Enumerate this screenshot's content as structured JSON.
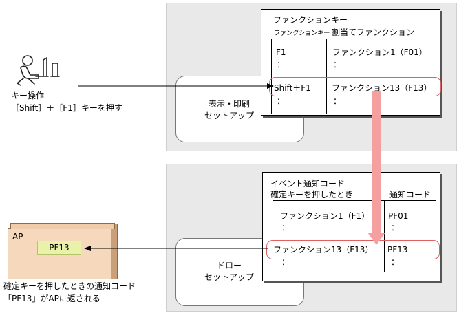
{
  "user": {
    "caption_line1": "キー操作",
    "caption_line2": "［Shift］＋［F1］キーを押す"
  },
  "top_panel": {
    "tab_label_line1": "表示・印刷",
    "tab_label_line2": "セットアップ",
    "card": {
      "title": "ファンクションキー",
      "col1_header": "ファンクションキー",
      "col2_header": "割当てファンクション",
      "rows": [
        {
          "key": "F1",
          "func": "ファンクション1（F01）"
        },
        {
          "key": "：",
          "func": "："
        },
        {
          "key": "Shift＋F1",
          "func": "ファンクション13（F13）"
        },
        {
          "key": "：",
          "func": "："
        }
      ]
    }
  },
  "bottom_panel": {
    "tab_label_line1": "ドロー",
    "tab_label_line2": "セットアップ",
    "card": {
      "title_line1": "イベント通知コード",
      "title_line2": "確定キーを押したとき",
      "col2_header": "通知コード",
      "rows": [
        {
          "func": "ファンクション1（F1）",
          "code": "PF01"
        },
        {
          "func": "：",
          "code": "："
        },
        {
          "func": "ファンクション13（F13）",
          "code": "PF13"
        },
        {
          "func": "：",
          "code": "："
        }
      ]
    }
  },
  "ap": {
    "label": "AP",
    "value": "PF13",
    "caption_line1": "確定キーを押したときの通知コード",
    "caption_line2": "「PF13」がAPに返される"
  },
  "colors": {
    "panel_bg": "#e9e9e9",
    "highlight": "#e06060",
    "big_arrow": "#f4a0a0",
    "ap_box": "#f6d9bc",
    "pf_box": "#e8f2a8"
  },
  "icons": {
    "user": "person-at-computer-icon"
  }
}
